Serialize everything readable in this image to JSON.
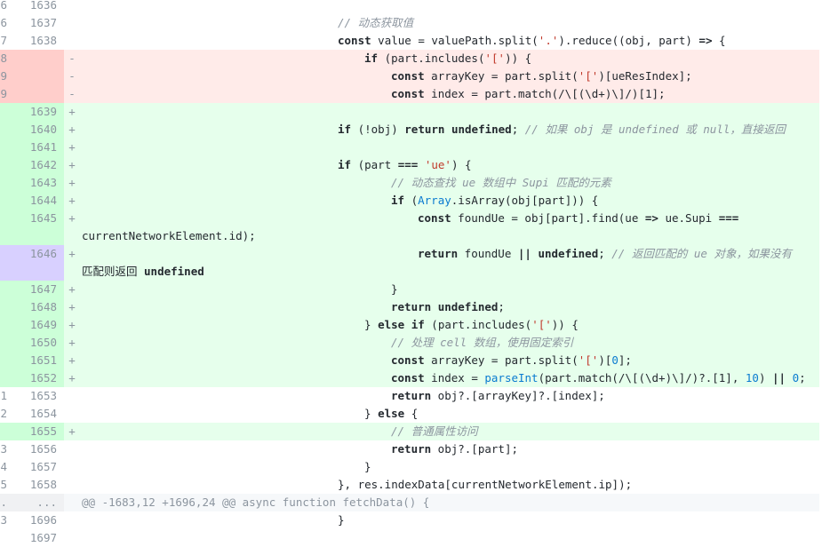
{
  "diff": {
    "rows": [
      {
        "type": "ctx",
        "old": "6",
        "new": "1636",
        "sign": "",
        "indent": 0,
        "code": ""
      },
      {
        "type": "ctx",
        "old": "6",
        "new": "1637",
        "sign": "",
        "indent": 288,
        "code": "// 动态获取值"
      },
      {
        "type": "ctx",
        "old": "7",
        "new": "1638",
        "sign": "",
        "indent": 288,
        "code": "const value = valuePath.split('.').reduce((obj, part) => {"
      },
      {
        "type": "del",
        "old": "8",
        "new": "",
        "sign": "-",
        "indent": 318,
        "code": "if (part.includes('[')) {"
      },
      {
        "type": "del",
        "old": "9",
        "new": "",
        "sign": "-",
        "indent": 348,
        "code": "const arrayKey = part.split('[')[ueResIndex];"
      },
      {
        "type": "del",
        "old": "9",
        "new": "",
        "sign": "-",
        "indent": 348,
        "code": "const index = part.match(/\\[(\\d+)\\]/)[1];"
      },
      {
        "type": "add",
        "old": "",
        "new": "1639",
        "sign": "+",
        "indent": 0,
        "code": ""
      },
      {
        "type": "add",
        "old": "",
        "new": "1640",
        "sign": "+",
        "indent": 288,
        "code": "if (!obj) return undefined; // 如果 obj 是 undefined 或 null，直接返回"
      },
      {
        "type": "add",
        "old": "",
        "new": "1641",
        "sign": "+",
        "indent": 0,
        "code": ""
      },
      {
        "type": "add",
        "old": "",
        "new": "1642",
        "sign": "+",
        "indent": 288,
        "code": "if (part === 'ue') {"
      },
      {
        "type": "add",
        "old": "",
        "new": "1643",
        "sign": "+",
        "indent": 348,
        "code": "// 动态查找 ue 数组中 Supi 匹配的元素"
      },
      {
        "type": "add",
        "old": "",
        "new": "1644",
        "sign": "+",
        "indent": 348,
        "code": "if (Array.isArray(obj[part])) {"
      },
      {
        "type": "add",
        "old": "",
        "new": "1645",
        "sign": "+",
        "indent": 378,
        "code": "const foundUe = obj[part].find(ue => ue.Supi ===",
        "cont": "currentNetworkElement.id);"
      },
      {
        "type": "add sel",
        "old": "",
        "new": "1646",
        "sign": "+",
        "indent": 378,
        "code": "return foundUe || undefined; // 返回匹配的 ue 对象，如果没有",
        "cont": "匹配则返回 undefined"
      },
      {
        "type": "add",
        "old": "",
        "new": "1647",
        "sign": "+",
        "indent": 348,
        "code": "}"
      },
      {
        "type": "add",
        "old": "",
        "new": "1648",
        "sign": "+",
        "indent": 348,
        "code": "return undefined;"
      },
      {
        "type": "add",
        "old": "",
        "new": "1649",
        "sign": "+",
        "indent": 318,
        "code": "} else if (part.includes('[')) {"
      },
      {
        "type": "add",
        "old": "",
        "new": "1650",
        "sign": "+",
        "indent": 348,
        "code": "// 处理 cell 数组，使用固定索引"
      },
      {
        "type": "add",
        "old": "",
        "new": "1651",
        "sign": "+",
        "indent": 348,
        "code": "const arrayKey = part.split('[')[0];"
      },
      {
        "type": "add",
        "old": "",
        "new": "1652",
        "sign": "+",
        "indent": 348,
        "code": "const index = parseInt(part.match(/\\[(\\d+)\\]/)?.[1], 10) || 0;"
      },
      {
        "type": "ctx",
        "old": "1",
        "new": "1653",
        "sign": "",
        "indent": 348,
        "code": "return obj?.[arrayKey]?.[index];"
      },
      {
        "type": "ctx",
        "old": "2",
        "new": "1654",
        "sign": "",
        "indent": 318,
        "code": "} else {"
      },
      {
        "type": "add",
        "old": "",
        "new": "1655",
        "sign": "+",
        "indent": 348,
        "code": "// 普通属性访问"
      },
      {
        "type": "ctx",
        "old": "3",
        "new": "1656",
        "sign": "",
        "indent": 348,
        "code": "return obj?.[part];"
      },
      {
        "type": "ctx",
        "old": "4",
        "new": "1657",
        "sign": "",
        "indent": 318,
        "code": "}"
      },
      {
        "type": "ctx",
        "old": "5",
        "new": "1658",
        "sign": "",
        "indent": 288,
        "code": "}, res.indexData[currentNetworkElement.ip]);"
      },
      {
        "type": "hunk",
        "old": ".",
        "new": "...",
        "sign": "",
        "indent": 0,
        "code": "@@ -1683,12 +1696,24 @@ async function fetchData() {"
      },
      {
        "type": "ctx",
        "old": "3",
        "new": "1696",
        "sign": "",
        "indent": 288,
        "code": "}"
      },
      {
        "type": "ctx",
        "old": "",
        "new": "1697",
        "sign": "",
        "indent": 0,
        "code": ""
      }
    ]
  }
}
